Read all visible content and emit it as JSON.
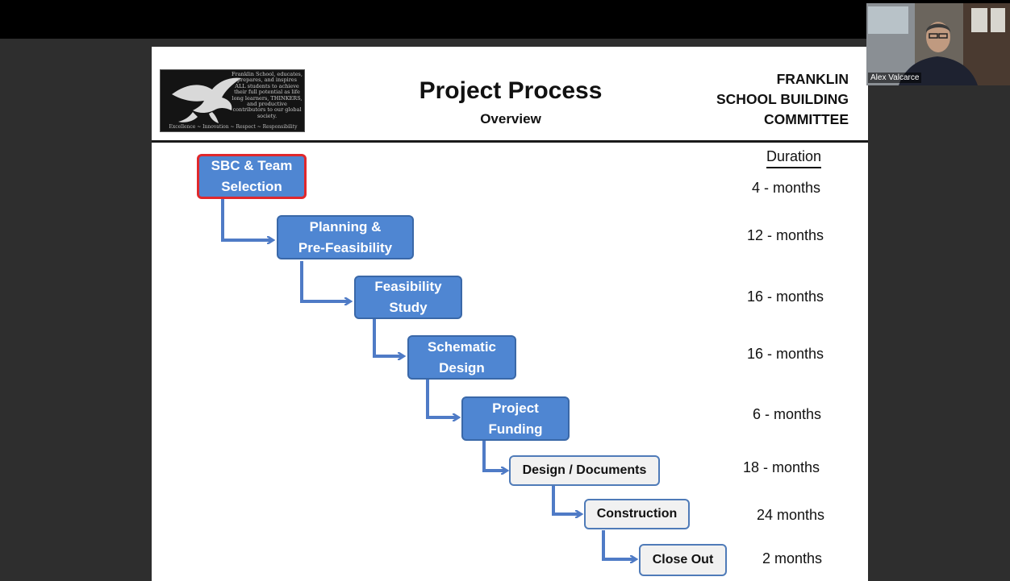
{
  "slide": {
    "title": "Project Process",
    "subtitle": "Overview",
    "org_lines": [
      "FRANKLIN",
      "SCHOOL BUILDING",
      "COMMITTEE"
    ],
    "logo": {
      "mission_text": "Franklin School, educates, prepares, and inspires ALL students to achieve their full potential as life long learners, THINKERS, and productive contributors to our global society.",
      "tagline": "Excellence ~ Innovation ~ Respect ~ Responsibility"
    },
    "duration_header": "Duration",
    "steps": [
      {
        "label1": "SBC & Team",
        "label2": "Selection",
        "duration": "4  - months",
        "style": "blue",
        "highlighted": true
      },
      {
        "label1": "Planning &",
        "label2": "Pre-Feasibility",
        "duration": "12 - months",
        "style": "blue"
      },
      {
        "label1": "Feasibility",
        "label2": "Study",
        "duration": "16 - months",
        "style": "blue"
      },
      {
        "label1": "Schematic",
        "label2": "Design",
        "duration": "16 - months",
        "style": "blue"
      },
      {
        "label1": "Project",
        "label2": "Funding",
        "duration": "6 - months",
        "style": "blue"
      },
      {
        "label1": "Design / Documents",
        "duration": "18 - months",
        "style": "gray"
      },
      {
        "label1": "Construction",
        "duration": "24 months",
        "style": "gray"
      },
      {
        "label1": "Close Out",
        "duration": "2 months",
        "style": "gray"
      }
    ]
  },
  "participant": {
    "name": "Alex Valcarce"
  },
  "colors": {
    "step_blue": "#4f86d2",
    "step_gray": "#f1f1f1",
    "connector": "#4f7bc6",
    "highlight_border": "#e0282c"
  },
  "icons": [
    "eagle-logo",
    "connector-arrow"
  ]
}
